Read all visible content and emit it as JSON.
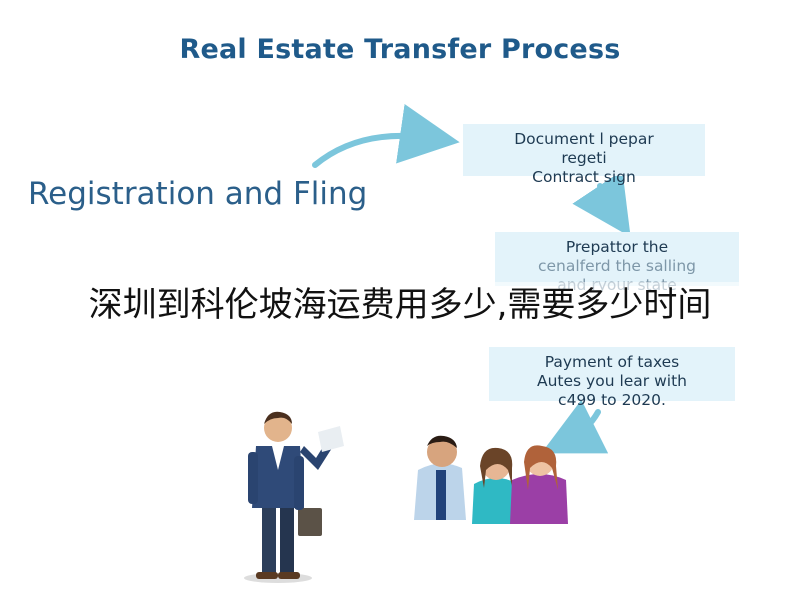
{
  "title": "Real Estate Transfer Process",
  "side_label": "Registration and Fling",
  "steps": [
    {
      "lines": [
        "Document l pepar",
        "regeti",
        "Contract sign"
      ]
    },
    {
      "lines": [
        "Prepattor the",
        "cenalferd the salling",
        "and ryour state"
      ]
    },
    {
      "lines": [
        "Payment of taxes",
        "Autes you lear with",
        "c499 to 2020."
      ]
    }
  ],
  "banner": "深圳到科伦坡海运费用多少,需要多少时间",
  "colors": {
    "title": "#1f5a8a",
    "arrow": "#7cc6dc",
    "box": "#e3f3fa"
  }
}
